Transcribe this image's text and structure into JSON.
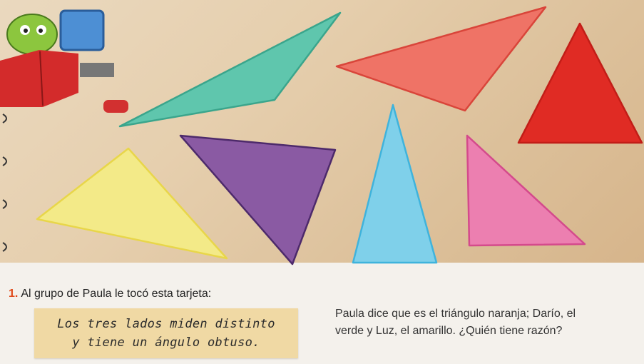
{
  "task": {
    "number": "1.",
    "text": "Al grupo de Paula le tocó esta tarjeta:"
  },
  "card": {
    "line1": "Los tres lados miden distinto",
    "line2": "y tiene un ángulo obtuso."
  },
  "question": {
    "line1": "Paula dice que es el triángulo naranja; Darío, el",
    "line2": "verde y Luz, el amarillo. ¿Quién tiene razón?"
  },
  "triangles": [
    {
      "name": "green-triangle",
      "fill": "#5fc6ad",
      "stroke": "#3aa58c"
    },
    {
      "name": "orange-triangle",
      "fill": "#ef7366",
      "stroke": "#d9453a"
    },
    {
      "name": "red-triangle",
      "fill": "#e02b24",
      "stroke": "#c21d17"
    },
    {
      "name": "yellow-triangle",
      "fill": "#f3ea88",
      "stroke": "#e8d64a"
    },
    {
      "name": "purple-triangle",
      "fill": "#8a5aa3",
      "stroke": "#4d2a6b"
    },
    {
      "name": "blue-triangle",
      "fill": "#7fd0ea",
      "stroke": "#3fb3dc"
    },
    {
      "name": "pink-triangle",
      "fill": "#ec7fb0",
      "stroke": "#d44a8c"
    }
  ]
}
